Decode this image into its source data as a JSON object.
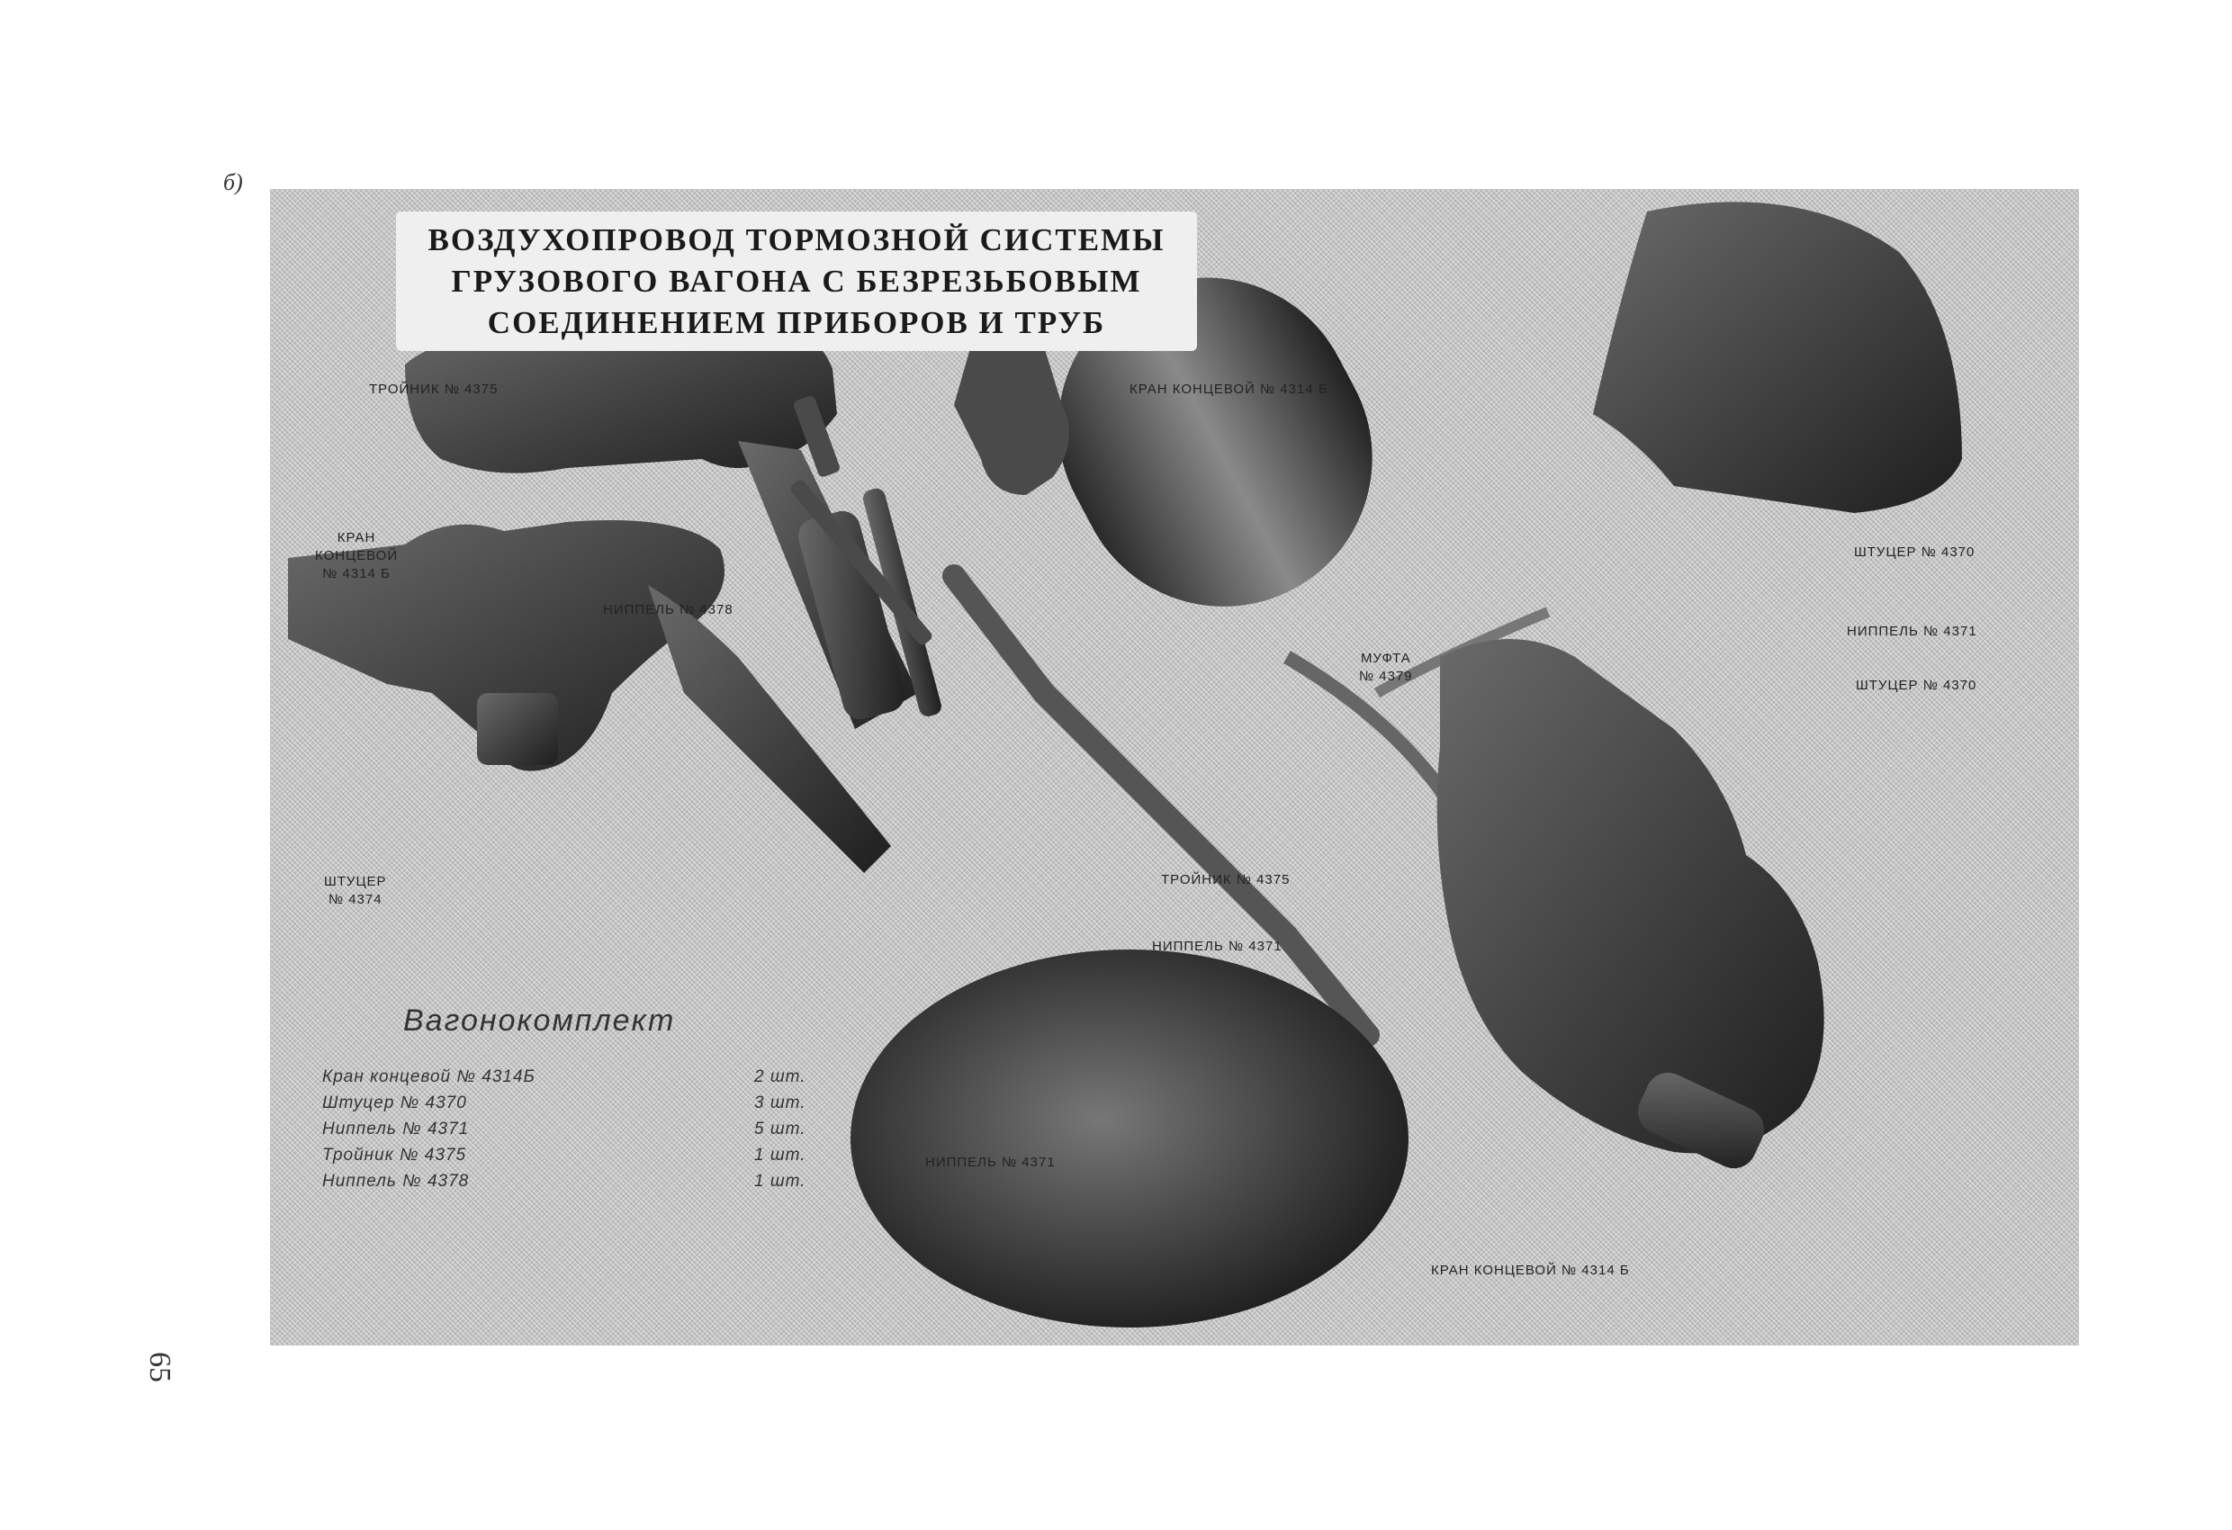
{
  "panel_letter": "б)",
  "page_number": "65",
  "title_lines": [
    "ВОЗДУХОПРОВОД ТОРМОЗНОЙ СИСТЕМЫ",
    "ГРУЗОВОГО ВАГОНА С БЕЗРЕЗЬБОВЫМ",
    "СОЕДИНЕНИЕМ ПРИБОРОВ И ТРУБ"
  ],
  "labels": {
    "troynik_top": "ТРОЙНИК № 4375",
    "kran_koncevoy_left": [
      "КРАН",
      "КОНЦЕВОЙ",
      "№ 4314 Б"
    ],
    "nippel_4378": "НИППЕЛЬ № 4378",
    "kran_koncevoy_top": "КРАН КОНЦЕВОЙ № 4314 Б",
    "shtucer_right_top": "ШТУЦЕР № 4370",
    "nippel_right": "НИППЕЛЬ № 4371",
    "mufta": [
      "МУФТА",
      "№ 4379"
    ],
    "shtucer_right_mid": "ШТУЦЕР № 4370",
    "shtucer_left": [
      "ШТУЦЕР",
      "№ 4374"
    ],
    "troynik_mid": "ТРОЙНИК № 4375",
    "nippel_mid": "НИППЕЛЬ № 4371",
    "nippel_bottom": "НИППЕЛЬ № 4371",
    "kran_koncevoy_bottom": "КРАН КОНЦЕВОЙ № 4314 Б"
  },
  "kit": {
    "title": "Вагонокомплект",
    "items": [
      {
        "name": "Кран концевой № 4314Б",
        "qty": "2 шт."
      },
      {
        "name": "Штуцер № 4370",
        "qty": "3 шт."
      },
      {
        "name": "Ниппель № 4371",
        "qty": "5 шт."
      },
      {
        "name": "Тройник № 4375",
        "qty": "1 шт."
      },
      {
        "name": "Ниппель № 4378",
        "qty": "1 шт."
      }
    ]
  }
}
